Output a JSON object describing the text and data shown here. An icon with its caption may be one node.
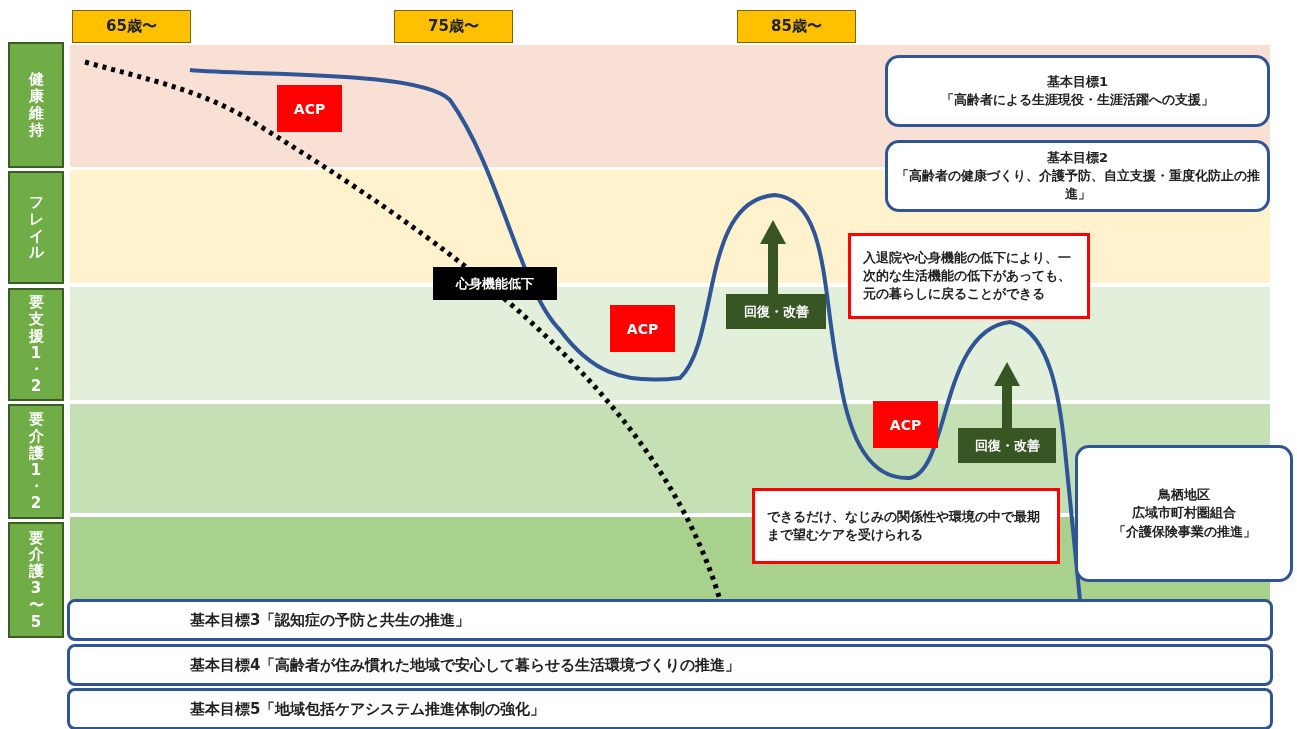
{
  "diagram": {
    "nodes": [
      {
        "text": [
          "65歳〜"
        ]
      },
      {
        "text": [
          "75歳〜"
        ]
      },
      {
        "text": [
          "85歳〜"
        ]
      },
      {
        "text": [
          "健康維持"
        ]
      },
      {
        "text": [
          "フレイル"
        ]
      },
      {
        "text": [
          "要支援1・2"
        ]
      },
      {
        "text": [
          "要介護1・2"
        ]
      },
      {
        "text": [
          "要介護3〜5"
        ]
      },
      {
        "text": [
          "ACP"
        ]
      },
      {
        "text": [
          "基本目標1",
          "「高齢者による生涯現役・生涯活躍への支援」"
        ]
      },
      {
        "text": [
          "基本目標2",
          "「高齢者の健康づくり、介護予防、自立支援・重度化防止の推進」"
        ]
      },
      {
        "text": [
          "心身機能低下"
        ]
      },
      {
        "text": [
          "ACP"
        ]
      },
      {
        "text": [
          "回復・改善"
        ]
      },
      {
        "text": [
          "入退院や心身機能の低下により、一次的な生活機能の低下があっても、元の暮らしに戻ることができる"
        ]
      },
      {
        "text": [
          "ACP"
        ]
      },
      {
        "text": [
          "回復・改善"
        ]
      },
      {
        "text": [
          "できるだけ、なじみの関係性や環境の中で最期まで望むケアを受けられる"
        ]
      },
      {
        "text": [
          "鳥栖地区",
          "広域市町村圏組合",
          "「介護保険事業の推進」"
        ]
      },
      {
        "text": [
          "基本目標3「認知症の予防と共生の推進」"
        ]
      },
      {
        "text": [
          "基本目標4「高齢者が住み慣れた地域で安心して暮らせる生活環境づくりの推進」"
        ]
      },
      {
        "text": [
          "基本目標5「地域包括ケアシステム推進体制の強化」"
        ]
      }
    ],
    "edges": []
  }
}
